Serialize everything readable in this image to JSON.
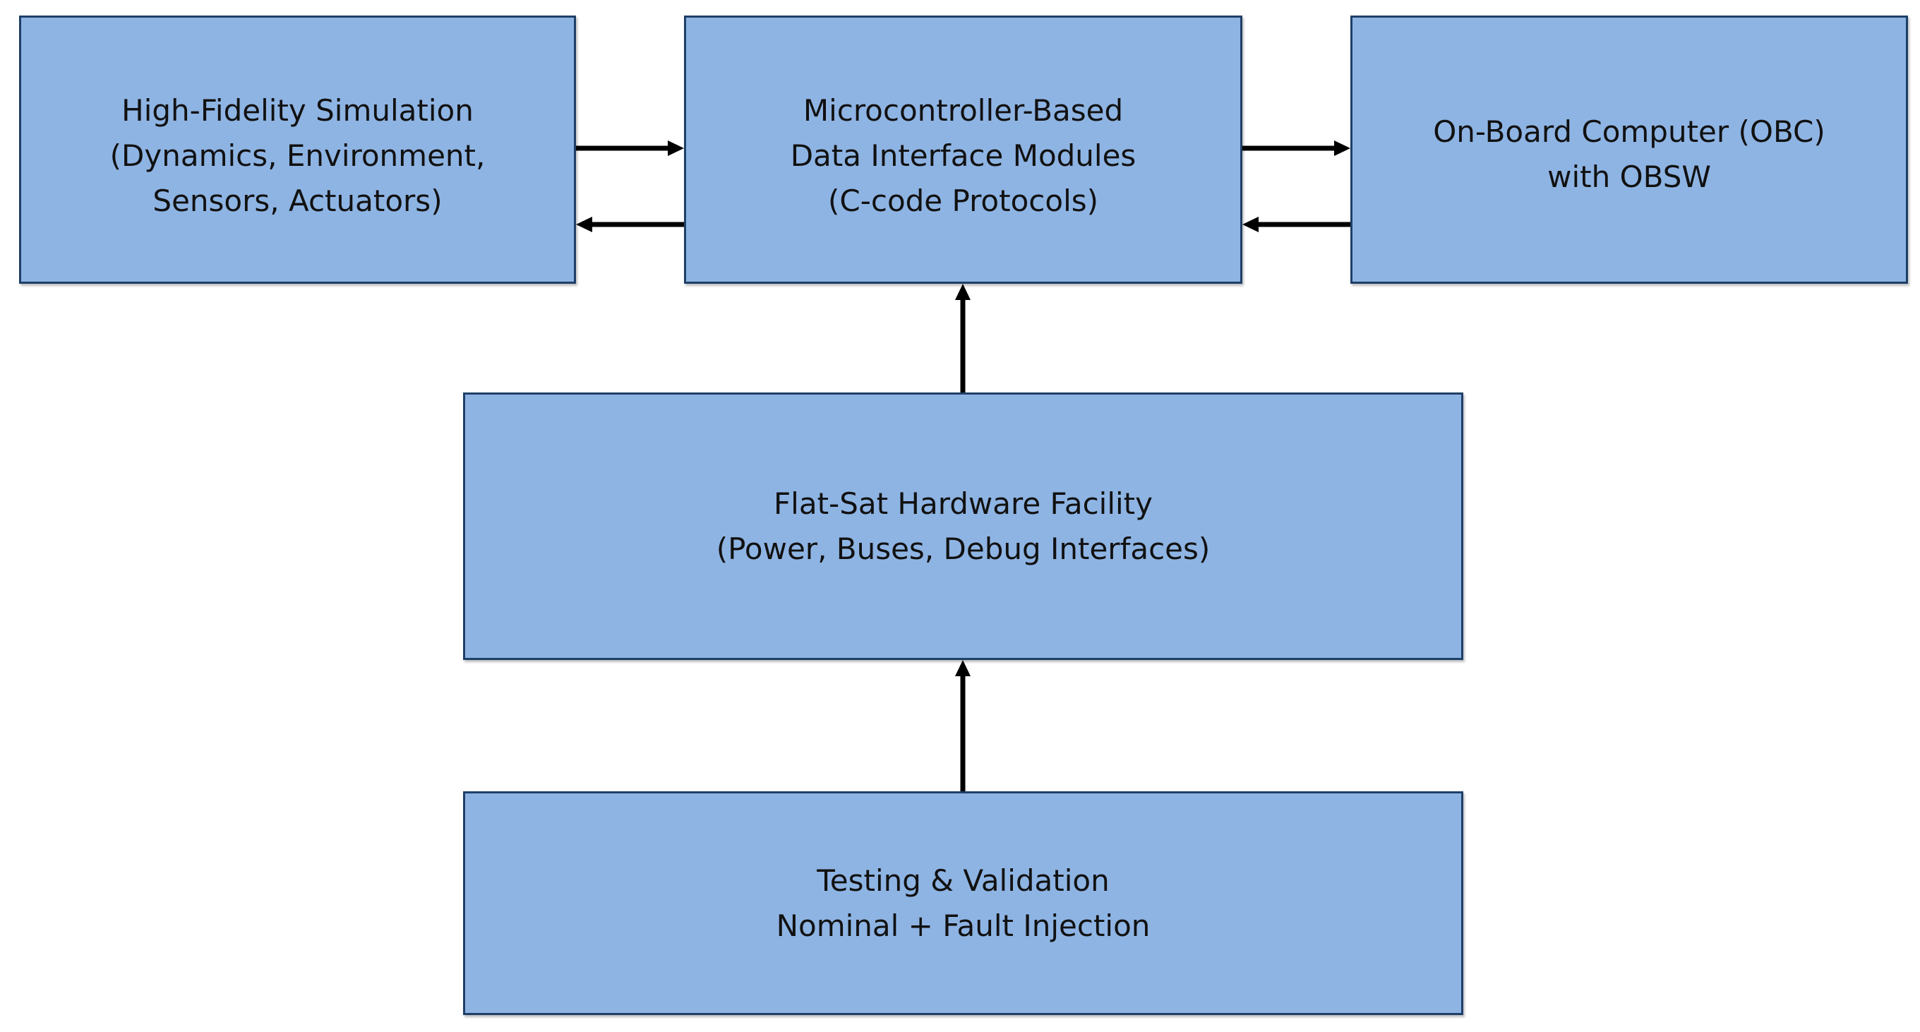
{
  "diagram": {
    "boxes": {
      "simulation": {
        "lines": [
          "High-Fidelity Simulation",
          "(Dynamics, Environment,",
          "Sensors, Actuators)"
        ]
      },
      "interface": {
        "lines": [
          "Microcontroller-Based",
          "Data Interface Modules",
          "(C-code Protocols)"
        ]
      },
      "obc": {
        "lines": [
          "On-Board Computer (OBC)",
          "with OBSW"
        ]
      },
      "flatsat": {
        "lines": [
          "Flat-Sat Hardware Facility",
          "(Power, Buses, Debug Interfaces)"
        ]
      },
      "testing": {
        "lines": [
          "Testing & Validation",
          "Nominal + Fault Injection"
        ]
      }
    },
    "colors": {
      "box_fill": "#8EB4E3",
      "box_border": "#1F3F68",
      "arrow": "#000000",
      "text": "#111111"
    }
  }
}
